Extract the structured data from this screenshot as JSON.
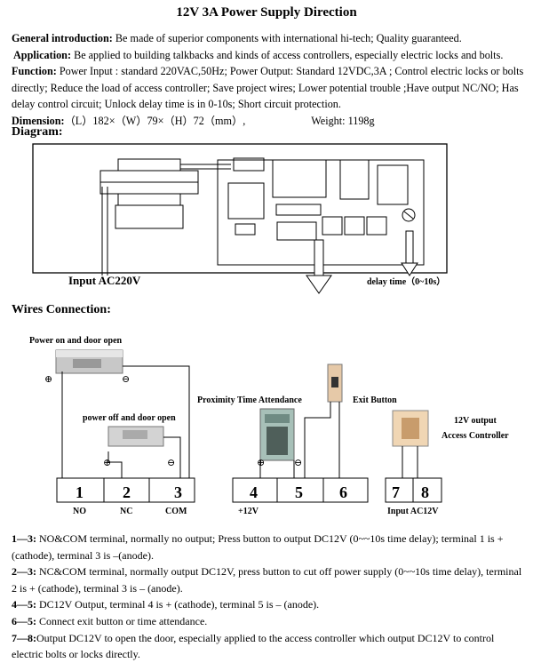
{
  "title": "12V 3A Power Supply Direction",
  "intro": {
    "general_label": "General introduction:",
    "general_text": " Be made of superior components with international hi-tech; Quality guaranteed.",
    "application_label": "Application:",
    "application_text": " Be applied to building talkbacks and kinds of access controllers, especially electric locks and bolts.",
    "function_label": "Function:",
    "function_text": " Power Input : standard 220VAC,50Hz; Power Output: Standard 12VDC,3A ; Control electric locks or bolts directly; Reduce the load of access controller; Save project wires; Lower potential trouble ;Have output NC/NO; Has delay control circuit; Unlock delay time is in 0-10s; Short circuit protection.",
    "dimension_label": "Dimension:",
    "dimension_text": "（L）182×（W）79×（H）72（mm）,",
    "weight_text": "Weight: 1198g"
  },
  "diagram": {
    "heading": "Diagram:",
    "input_label": "Input AC220V",
    "delay_label": "delay time（0~10s）"
  },
  "wires": {
    "heading": "Wires Connection:",
    "power_on_label": "Power on and door open",
    "power_off_label": "power off and door open",
    "proximity_label": "Proximity Time Attendance",
    "exit_label": "Exit Button",
    "output_label_1": "12V output",
    "output_label_2": "Access Controller",
    "plus_symbol": "⊕",
    "minus_symbol": "⊖",
    "terminals": [
      "1",
      "2",
      "3",
      "4",
      "5",
      "6",
      "7",
      "8"
    ],
    "terminal_labels": {
      "no": "NO",
      "nc": "NC",
      "com": "COM",
      "v12": "+12V",
      "input_ac": "Input AC12V"
    }
  },
  "notes": [
    {
      "num": "1—3:",
      "text": " NO&COM terminal, normally no output; Press button to output DC12V (0~~10s time delay); terminal 1 is +(cathode), terminal 3 is –(anode)."
    },
    {
      "num": "2—3:",
      "text": " NC&COM terminal, normally output DC12V, press button to cut off power supply (0~~10s time delay), terminal 2 is + (cathode), terminal 3 is – (anode)."
    },
    {
      "num": "4—5:",
      "text": " DC12V Output, terminal 4 is + (cathode), terminal 5 is – (anode)."
    },
    {
      "num": "6—5:",
      "text": "  Connect exit button or time attendance."
    },
    {
      "num": "7—8:",
      "text": "Output DC12V to open the door, especially applied to the access controller which output DC12V to control electric bolts or locks directly."
    }
  ]
}
